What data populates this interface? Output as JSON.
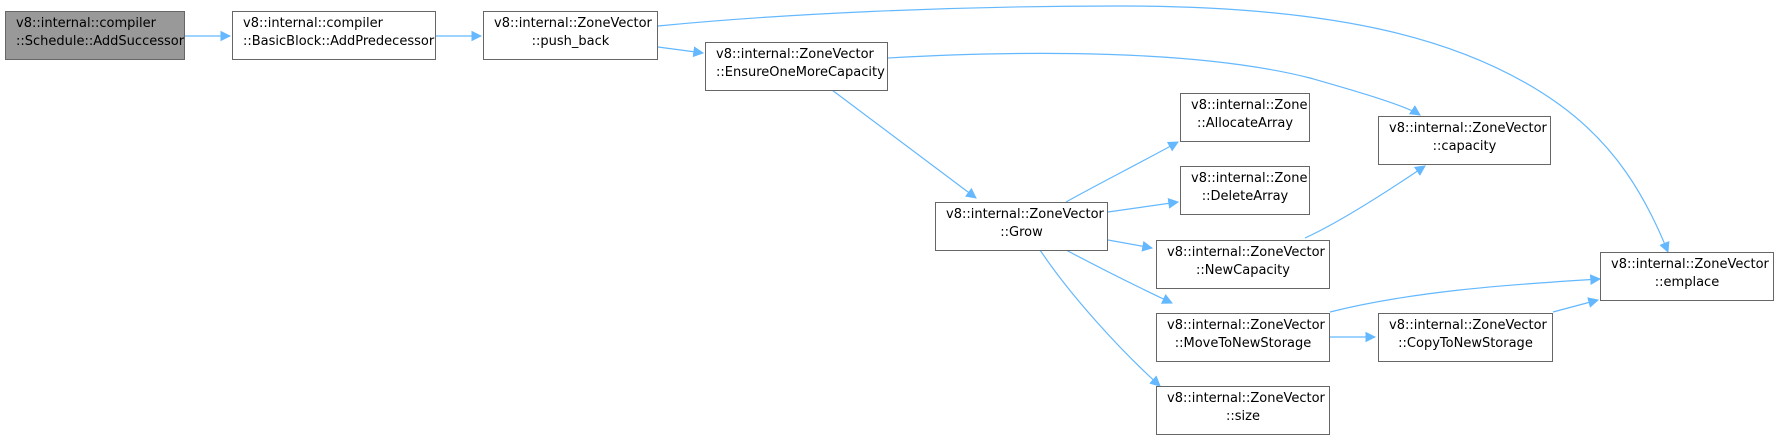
{
  "colors": {
    "edge": "#63b8ff",
    "node_border": "#666666",
    "root_fill": "#999999",
    "node_fill": "#ffffff"
  },
  "nodes": {
    "add_successor": {
      "line1": "v8::internal::compiler",
      "line2": "::Schedule::AddSuccessor"
    },
    "add_predecessor": {
      "line1": "v8::internal::compiler",
      "line2": "::BasicBlock::AddPredecessor"
    },
    "push_back": {
      "line1": "v8::internal::ZoneVector",
      "line2": "::push_back"
    },
    "ensure_one_more_capacity": {
      "line1": "v8::internal::ZoneVector",
      "line2": "::EnsureOneMoreCapacity"
    },
    "grow": {
      "line1": "v8::internal::ZoneVector",
      "line2": "::Grow"
    },
    "allocate_array": {
      "line1": "v8::internal::Zone",
      "line2": "::AllocateArray"
    },
    "delete_array": {
      "line1": "v8::internal::Zone",
      "line2": "::DeleteArray"
    },
    "capacity": {
      "line1": "v8::internal::ZoneVector",
      "line2": "::capacity"
    },
    "new_capacity": {
      "line1": "v8::internal::ZoneVector",
      "line2": "::NewCapacity"
    },
    "move_to_new_storage": {
      "line1": "v8::internal::ZoneVector",
      "line2": "::MoveToNewStorage"
    },
    "copy_to_new_storage": {
      "line1": "v8::internal::ZoneVector",
      "line2": "::CopyToNewStorage"
    },
    "emplace": {
      "line1": "v8::internal::ZoneVector",
      "line2": "::emplace"
    },
    "size": {
      "line1": "v8::internal::ZoneVector",
      "line2": "::size"
    }
  }
}
